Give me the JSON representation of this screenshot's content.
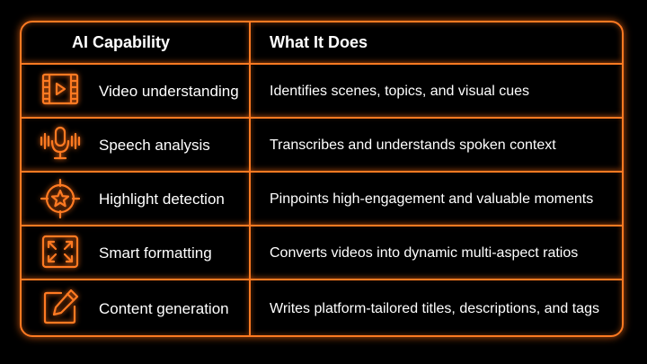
{
  "table": {
    "header": {
      "capability": "AI Capability",
      "what": "What It Does"
    },
    "rows": [
      {
        "icon": "video-icon",
        "capability": "Video understanding",
        "what": "Identifies scenes, topics, and visual cues"
      },
      {
        "icon": "microphone-icon",
        "capability": "Speech analysis",
        "what": "Transcribes and understands spoken context"
      },
      {
        "icon": "target-star-icon",
        "capability": "Highlight detection",
        "what": "Pinpoints high-engagement and valuable moments"
      },
      {
        "icon": "expand-icon",
        "capability": "Smart formatting",
        "what": "Converts videos into dynamic multi-aspect ratios"
      },
      {
        "icon": "edit-icon",
        "capability": "Content generation",
        "what": "Writes platform-tailored titles, descriptions, and tags"
      }
    ]
  },
  "colors": {
    "background": "#000000",
    "accent": "#ff7a22",
    "text": "#ffffff"
  }
}
